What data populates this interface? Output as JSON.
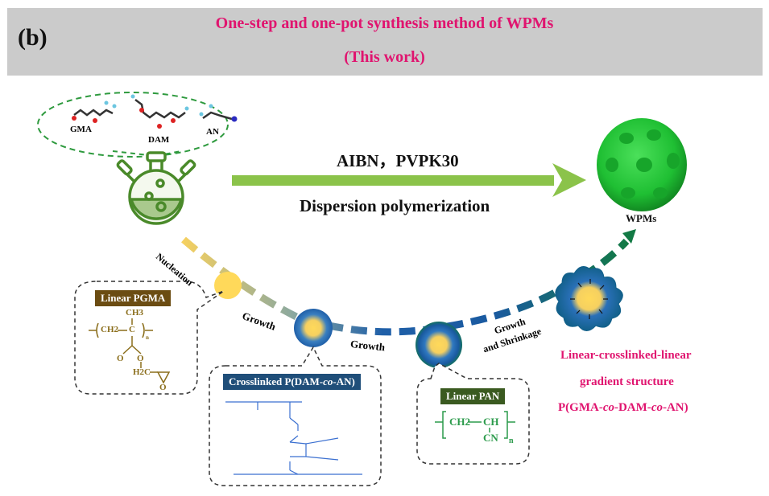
{
  "header": {
    "panel_label": "(b)",
    "title_line1": "One-step and one-pot synthesis method of  WPMs",
    "title_line2": "(This work)"
  },
  "monomers": [
    {
      "label": "GMA"
    },
    {
      "label": "DAM"
    },
    {
      "label": "AN"
    }
  ],
  "reaction": {
    "conditions": "AIBN，PVPK30",
    "method": "Dispersion polymerization",
    "product": "WPMs"
  },
  "stages": {
    "nucleation": "Nucleation",
    "growth1": "Growth",
    "growth2": "Growth",
    "growth3_line1": "Growth",
    "growth3_line2": "and Shrinkage"
  },
  "boxes": {
    "pgma": {
      "tag": "Linear PGMA",
      "formula": {
        "ch3": "CH3",
        "ch2": "CH2",
        "c": "C",
        "n": "n",
        "o1": "O",
        "o2": "O",
        "h2c": "H2C",
        "o3": "O"
      }
    },
    "crosslinked": {
      "tag_prefix": "Crosslinked  P(DAM-",
      "tag_italic": "co",
      "tag_suffix": "-AN)"
    },
    "pan": {
      "tag": "Linear PAN",
      "formula": {
        "ch2": "CH2",
        "ch": "CH",
        "cn": "CN",
        "n": "n"
      }
    }
  },
  "result": {
    "line1": "Linear-crosslinked-linear",
    "line2": "gradient structure",
    "line3_a": "P(GMA-",
    "line3_b": "co",
    "line3_c": "-DAM-",
    "line3_d": "co",
    "line3_e": "-AN)"
  },
  "colors": {
    "title": "#e0146f",
    "arrow": "#8bc34a",
    "flask": "#4a8a2a",
    "pgma_tag": "#6b4c12",
    "crosslinked_tag": "#1f4e79",
    "pan_tag": "#3a5a20",
    "microsphere": "#22c33a"
  }
}
